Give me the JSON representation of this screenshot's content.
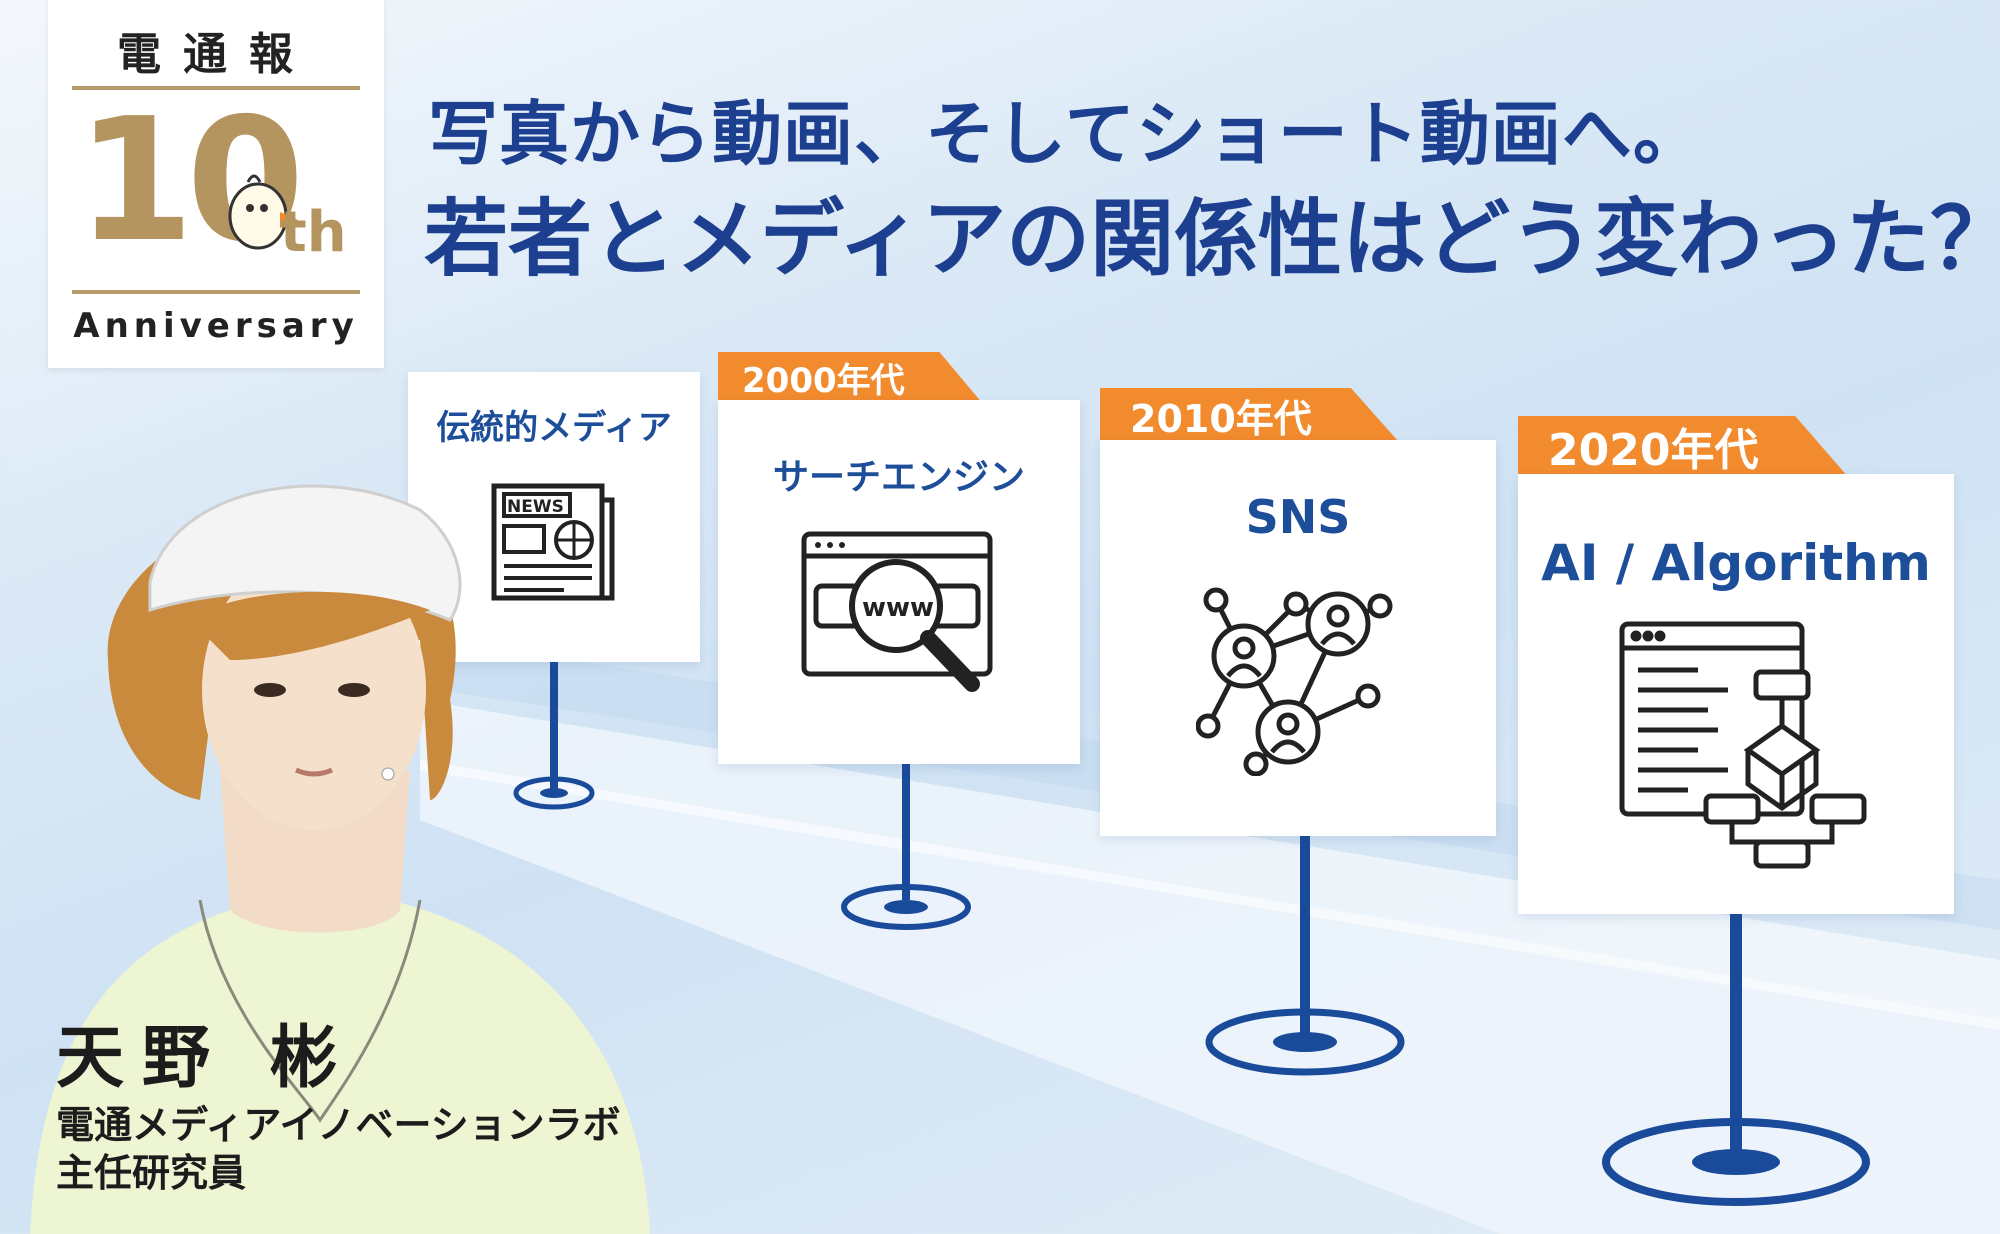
{
  "logo": {
    "publication": "電通報",
    "number": "10",
    "suffix": "th",
    "label": "Anniversary"
  },
  "headline": {
    "line1": "写真から動画、そしてショート動画へ。",
    "line2": "若者とメディアの関係性はどう変わった？"
  },
  "cards": [
    {
      "tag": "",
      "title": "伝統的メディア",
      "icon": "newspaper-icon"
    },
    {
      "tag": "2000年代",
      "title": "サーチエンジン",
      "icon": "search-www-icon"
    },
    {
      "tag": "2010年代",
      "title": "SNS",
      "icon": "social-network-icon"
    },
    {
      "tag": "2020年代",
      "title": "AI / Algorithm",
      "icon": "algorithm-icon"
    }
  ],
  "person": {
    "name": "天野 彬",
    "organization": "電通メディアイノベーションラボ",
    "role": "主任研究員"
  },
  "colors": {
    "navy": "#1d3f8f",
    "orange": "#f28a2e",
    "gold": "#b4945f"
  }
}
